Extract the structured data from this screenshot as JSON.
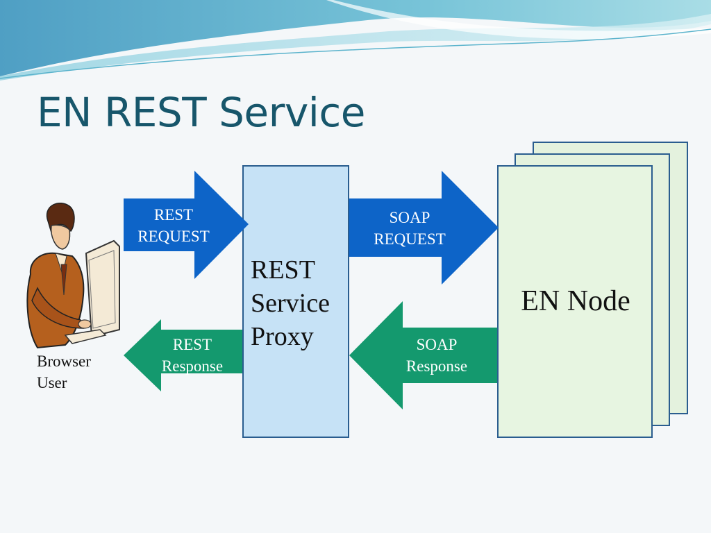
{
  "slide": {
    "title": "EN REST Service"
  },
  "diagram": {
    "user": {
      "line1": "Browser",
      "line2": "User"
    },
    "arrows": {
      "rest_request": {
        "line1": "REST",
        "line2": "REQUEST"
      },
      "soap_request": {
        "line1": "SOAP",
        "line2": "REQUEST"
      },
      "rest_response": {
        "line1": "REST",
        "line2": "Response"
      },
      "soap_response": {
        "line1": "SOAP",
        "line2": "Response"
      }
    },
    "proxy": {
      "line1": "REST",
      "line2": "Service",
      "line3": "Proxy"
    },
    "node": {
      "label": "EN Node"
    }
  },
  "colors": {
    "title": "#17566b",
    "request_arrow": "#0d64c8",
    "response_arrow": "#14996e",
    "proxy_fill": "#c6e2f6",
    "node_fill": "#e7f5e1",
    "box_border": "#2a5d8f"
  }
}
